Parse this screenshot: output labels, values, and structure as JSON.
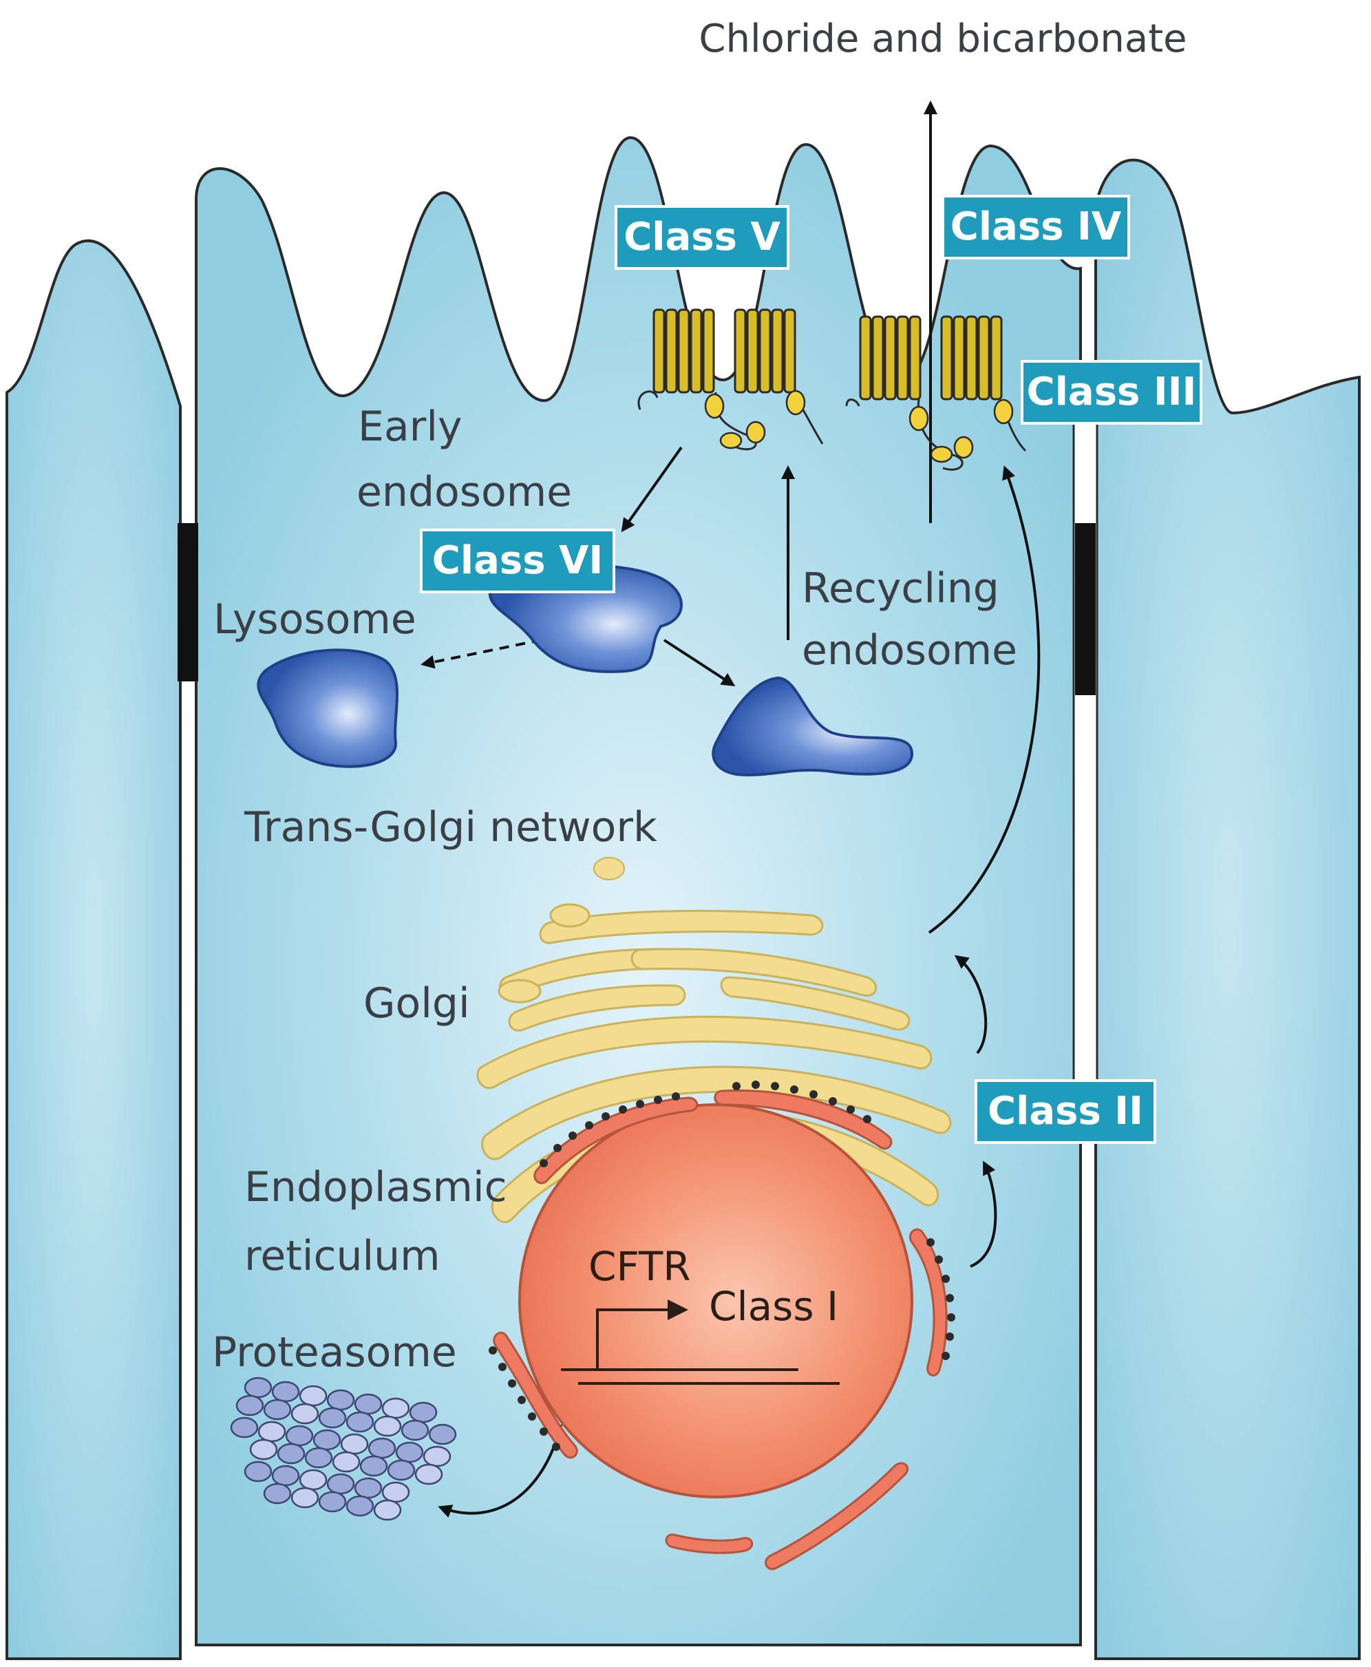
{
  "title": "Chloride and bicarbonate",
  "labels": {
    "early_endosome_1": "Early",
    "early_endosome_2": "endosome",
    "lysosome": "Lysosome",
    "recycling_endosome_1": "Recycling",
    "recycling_endosome_2": "endosome",
    "trans_golgi": "Trans-Golgi network",
    "golgi": "Golgi",
    "er_1": "Endoplasmic",
    "er_2": "reticulum",
    "proteasome": "Proteasome",
    "cftr": "CFTR",
    "class_i": "Class I"
  },
  "classes": {
    "class_ii": "Class II",
    "class_iii": "Class III",
    "class_iv": "Class IV",
    "class_v": "Class V",
    "class_vi": "Class VI"
  },
  "colors": {
    "cell": "#8ccfe2",
    "cell_outline": "#2a2a2a",
    "class_box": "#1f9cbc",
    "endosome": "#2f5fb4",
    "golgi": "#f2dc8f",
    "nucleus": "#f07f60",
    "er": "#ee7a62",
    "channel": "#d8bd2a",
    "proteasome": "#9ba9d8"
  }
}
